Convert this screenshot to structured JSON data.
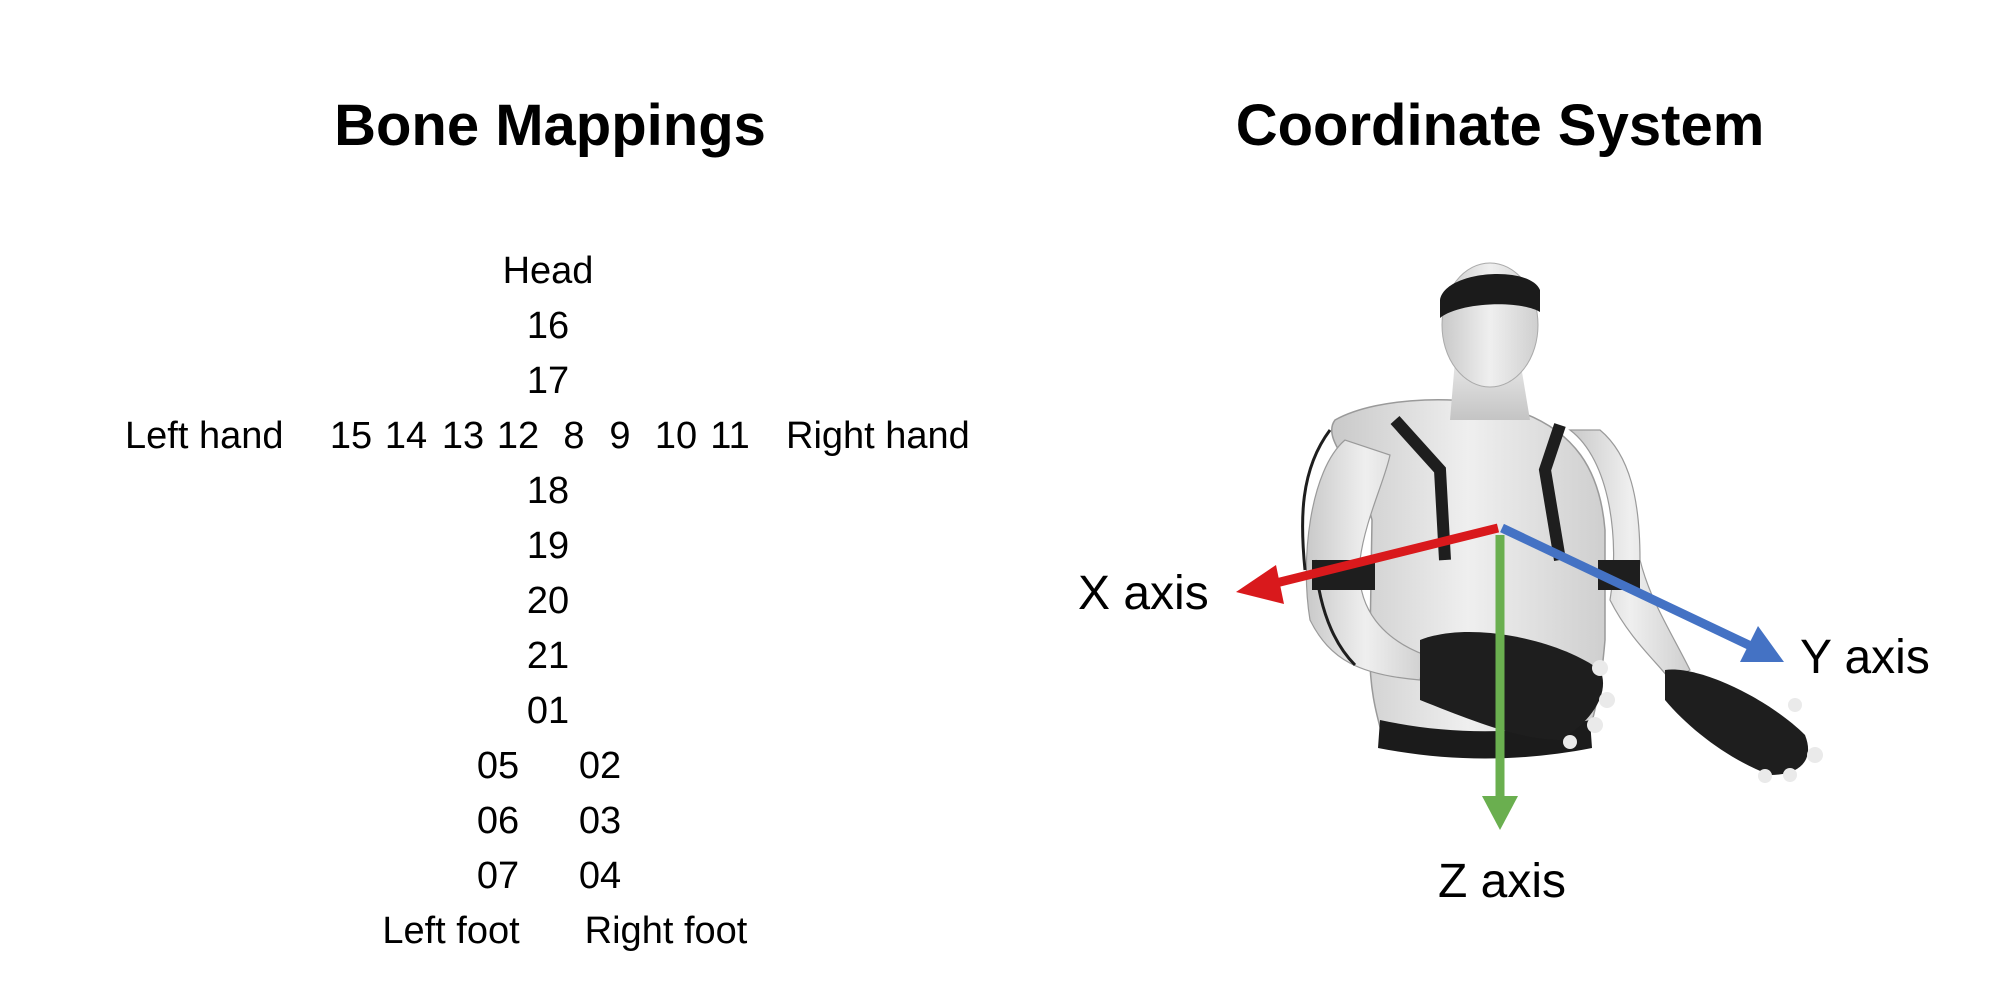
{
  "bone_mappings": {
    "title": "Bone Mappings",
    "head": "Head",
    "spine_upper": [
      "16",
      "17"
    ],
    "left_hand_label": "Left hand",
    "left_arm": [
      "15",
      "14",
      "13",
      "12"
    ],
    "center": "8",
    "right_arm": [
      "9",
      "10",
      "11"
    ],
    "right_hand_label": "Right hand",
    "spine_lower": [
      "18",
      "19",
      "20",
      "21",
      "01"
    ],
    "left_leg": [
      "05",
      "06",
      "07"
    ],
    "right_leg": [
      "02",
      "03",
      "04"
    ],
    "left_foot_label": "Left foot",
    "right_foot_label": "Right foot"
  },
  "coordinate_system": {
    "title": "Coordinate System",
    "x_axis": {
      "label": "X axis",
      "color": "#d9191c"
    },
    "y_axis": {
      "label": "Y axis",
      "color": "#4472c4"
    },
    "z_axis": {
      "label": "Z axis",
      "color": "#6aaf4f"
    }
  }
}
